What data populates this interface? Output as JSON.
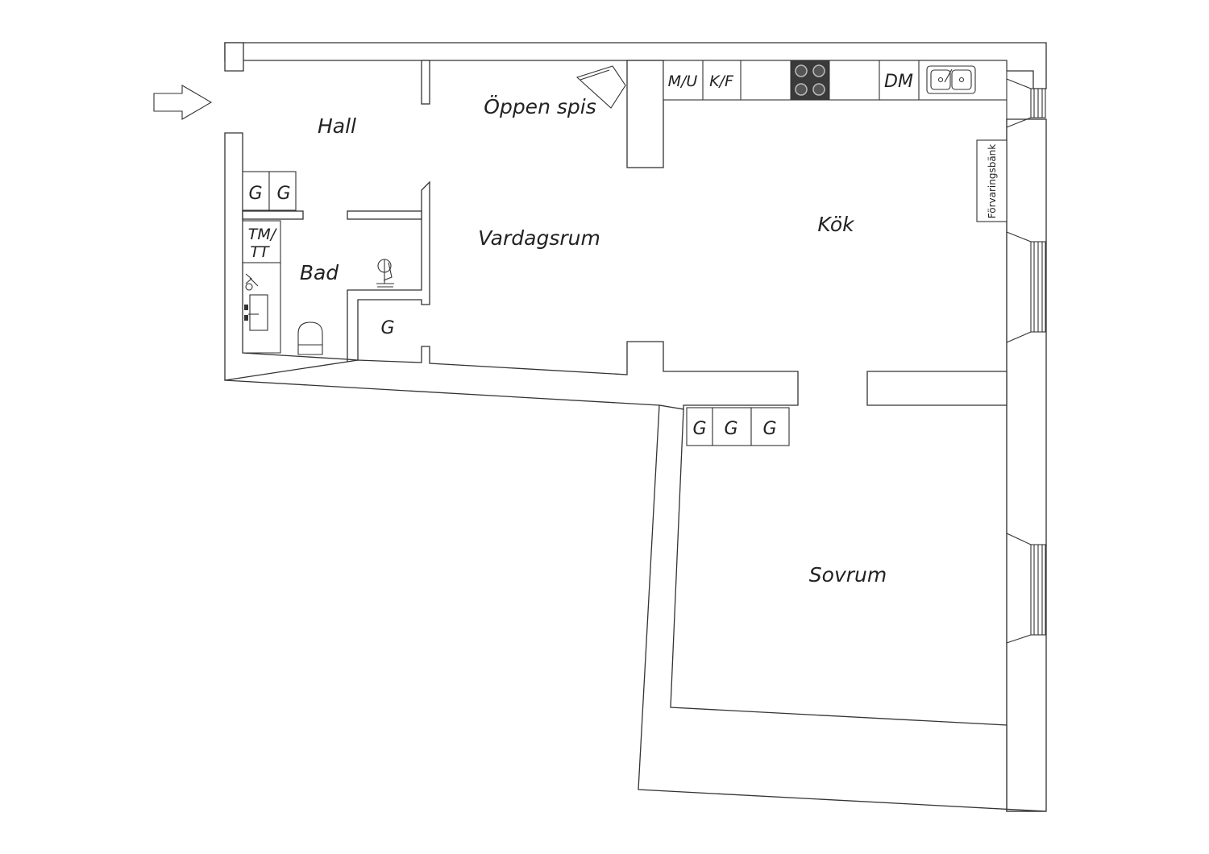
{
  "rooms": {
    "hall": "Hall",
    "oppen_spis": "Öppen spis",
    "vardagsrum": "Vardagsrum",
    "kok": "Kök",
    "bad": "Bad",
    "sovrum": "Sovrum"
  },
  "fixtures": {
    "mu": "M/U",
    "kf": "K/F",
    "dm": "DM",
    "forvaringsbank": "Förvaringsbänk",
    "tm": "TM/",
    "tt": "TT",
    "g": "G"
  },
  "colors": {
    "wall_stroke": "#333333",
    "background": "#ffffff",
    "stove": "#3a3a3a"
  },
  "icons": {
    "entrance": "entrance-arrow-icon",
    "stove": "stove-icon",
    "sink": "sink-icon",
    "fireplace": "fireplace-icon",
    "toilet": "toilet-icon",
    "washbasin": "washbasin-icon",
    "shower": "shower-icon"
  }
}
